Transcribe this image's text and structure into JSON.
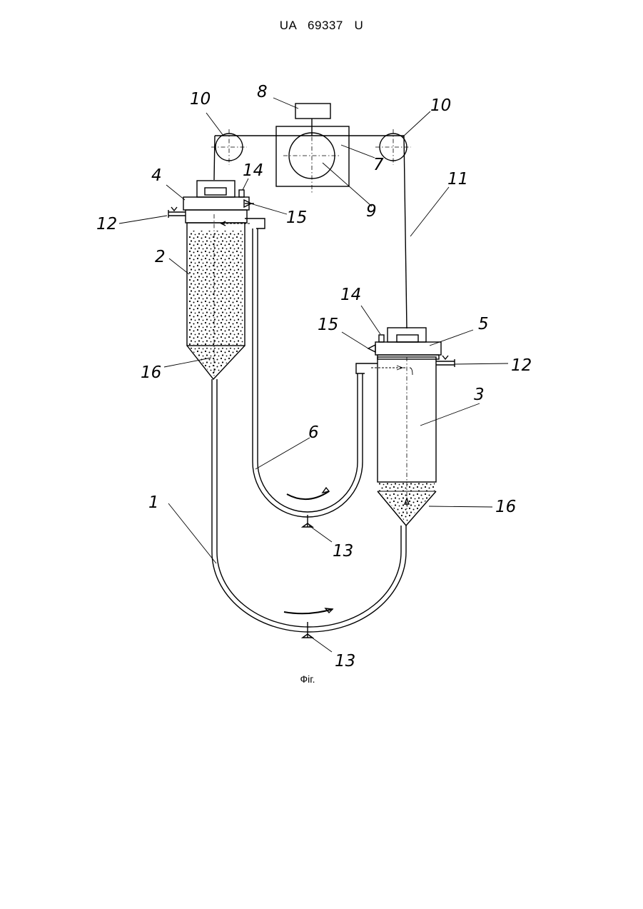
{
  "header": {
    "text": "UA   69337   U"
  },
  "caption": {
    "text": "Фіг."
  },
  "labels": {
    "l1": "1",
    "l2": "2",
    "l3": "3",
    "l4": "4",
    "l5": "5",
    "l6": "6",
    "l7": "7",
    "l8": "8",
    "l9": "9",
    "l10a": "10",
    "l10b": "10",
    "l11": "11",
    "l12a": "12",
    "l12b": "12",
    "l13a": "13",
    "l13b": "13",
    "l14a": "14",
    "l14b": "14",
    "l15a": "15",
    "l15b": "15",
    "l16a": "16",
    "l16b": "16"
  }
}
